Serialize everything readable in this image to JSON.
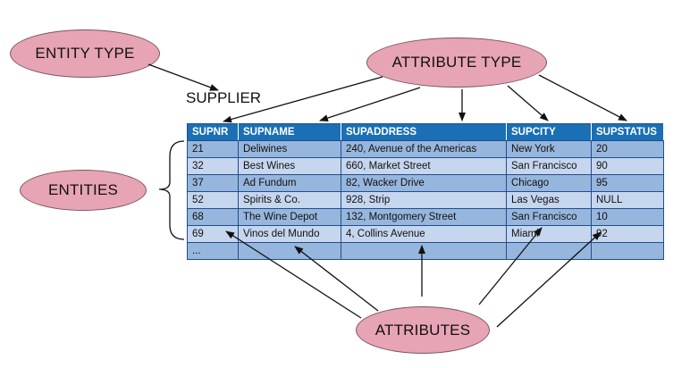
{
  "labels": {
    "entity_type": "ENTITY TYPE",
    "attribute_type": "ATTRIBUTE TYPE",
    "entities": "ENTITIES",
    "attributes": "ATTRIBUTES",
    "table_name": "SUPPLIER"
  },
  "table": {
    "headers": [
      "SUPNR",
      "SUPNAME",
      "SUPADDRESS",
      "SUPCITY",
      "SUPSTATUS"
    ],
    "rows": [
      [
        "21",
        "Deliwines",
        "240, Avenue of the Americas",
        "New York",
        "20"
      ],
      [
        "32",
        "Best Wines",
        "660, Market Street",
        "San Francisco",
        "90"
      ],
      [
        "37",
        "Ad Fundum",
        "82, Wacker Drive",
        "Chicago",
        "95"
      ],
      [
        "52",
        "Spirits & Co.",
        "928, Strip",
        "Las Vegas",
        "NULL"
      ],
      [
        "68",
        "The Wine Depot",
        "132, Montgomery Street",
        "San Francisco",
        "10"
      ],
      [
        "69",
        "Vinos del Mundo",
        "4, Collins Avenue",
        "Miami",
        "92"
      ],
      [
        "...",
        "",
        "",
        "",
        ""
      ]
    ]
  },
  "colors": {
    "oval_fill": "#e7a4b4",
    "header_fill": "#1b6fb5",
    "row_dark": "#97b6dd",
    "row_light": "#c6d6ee"
  }
}
